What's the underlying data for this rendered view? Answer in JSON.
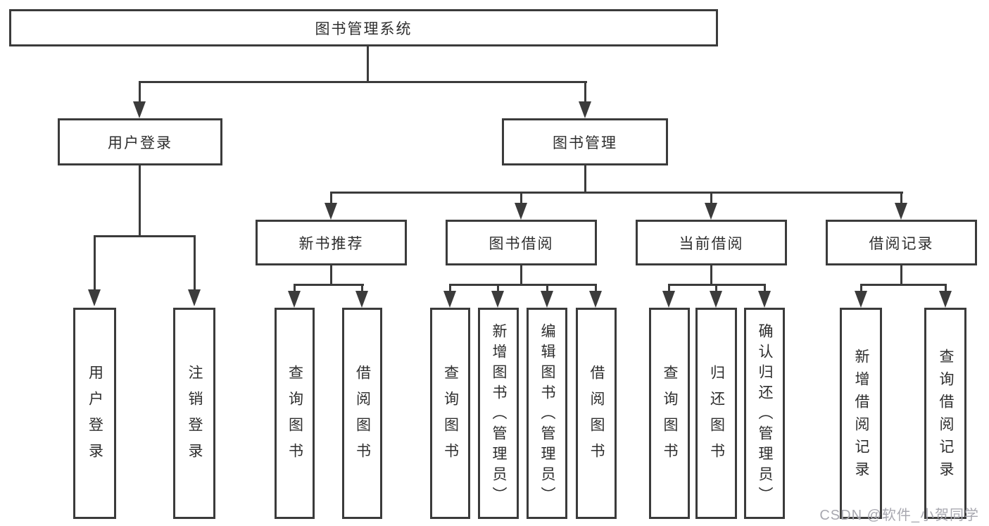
{
  "tree": {
    "root": "图书管理系统",
    "branches": [
      {
        "label": "用户登录",
        "children": [
          "用户登录",
          "注销登录"
        ]
      },
      {
        "label": "图书管理",
        "children": [
          {
            "label": "新书推荐",
            "children": [
              "查询图书",
              "借阅图书"
            ]
          },
          {
            "label": "图书借阅",
            "children": [
              "查询图书",
              "新增图书（管理员）",
              "编辑图书（管理员）",
              "借阅图书"
            ]
          },
          {
            "label": "当前借阅",
            "children": [
              "查询图书",
              "归还图书",
              "确认归还（管理员）"
            ]
          },
          {
            "label": "借阅记录",
            "children": [
              "新增借阅记录",
              "查询借阅记录"
            ]
          }
        ]
      }
    ]
  },
  "watermark": "CSDN @软件_小贺同学",
  "colors": {
    "line": "#3b3b3b",
    "text": "#2e2e2e",
    "watermark": "#a8a8b0",
    "background": "#ffffff"
  }
}
